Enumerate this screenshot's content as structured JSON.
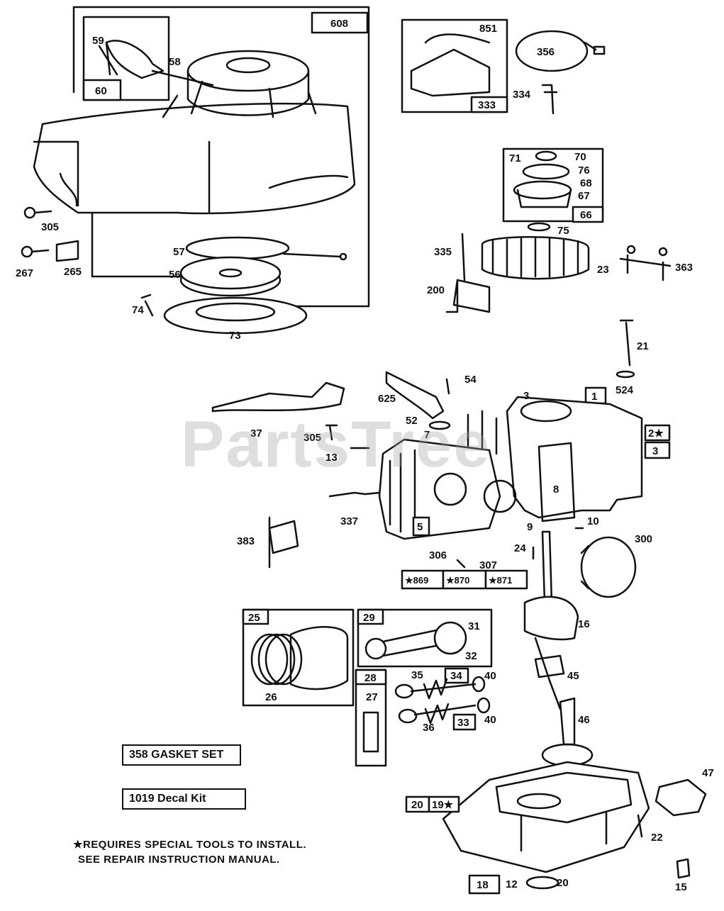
{
  "watermark": "PartsTree",
  "labels": {
    "608": "608",
    "59": "59",
    "58": "58",
    "60": "60",
    "305a": "305",
    "267": "267",
    "265": "265",
    "57": "57",
    "56": "56",
    "74": "74",
    "73": "73",
    "851": "851",
    "356": "356",
    "334": "334",
    "333": "333",
    "70": "70",
    "71": "71",
    "76": "76",
    "68": "68",
    "67": "67",
    "66": "66",
    "75": "75",
    "335": "335",
    "23": "23",
    "363": "363",
    "200": "200",
    "21": "21",
    "524": "524",
    "54": "54",
    "625": "625",
    "52": "52",
    "37": "37",
    "305b": "305",
    "7": "7",
    "13": "13",
    "3a": "3",
    "1": "1",
    "2": "2★",
    "3b": "3",
    "8": "8",
    "337": "337",
    "5": "5",
    "9": "9",
    "10": "10",
    "300": "300",
    "383": "383",
    "306": "306",
    "24": "24",
    "307": "307",
    "869": "★869",
    "870": "★870",
    "871": "★871",
    "25": "25",
    "26": "26",
    "29": "29",
    "31": "31",
    "32": "32",
    "16": "16",
    "28": "28",
    "27": "27",
    "35": "35",
    "34": "34",
    "40a": "40",
    "45": "45",
    "36": "36",
    "33": "33",
    "40b": "40",
    "46": "46",
    "47": "47",
    "20a": "20",
    "19": "19★",
    "22": "22",
    "18": "18",
    "12": "12",
    "20b": "20",
    "15": "15"
  },
  "kits": {
    "gasket": "358  GASKET SET",
    "decal": "1019 Decal Kit"
  },
  "notes": {
    "line1": "★REQUIRES SPECIAL TOOLS TO INSTALL.",
    "line2": "SEE REPAIR INSTRUCTION MANUAL."
  }
}
